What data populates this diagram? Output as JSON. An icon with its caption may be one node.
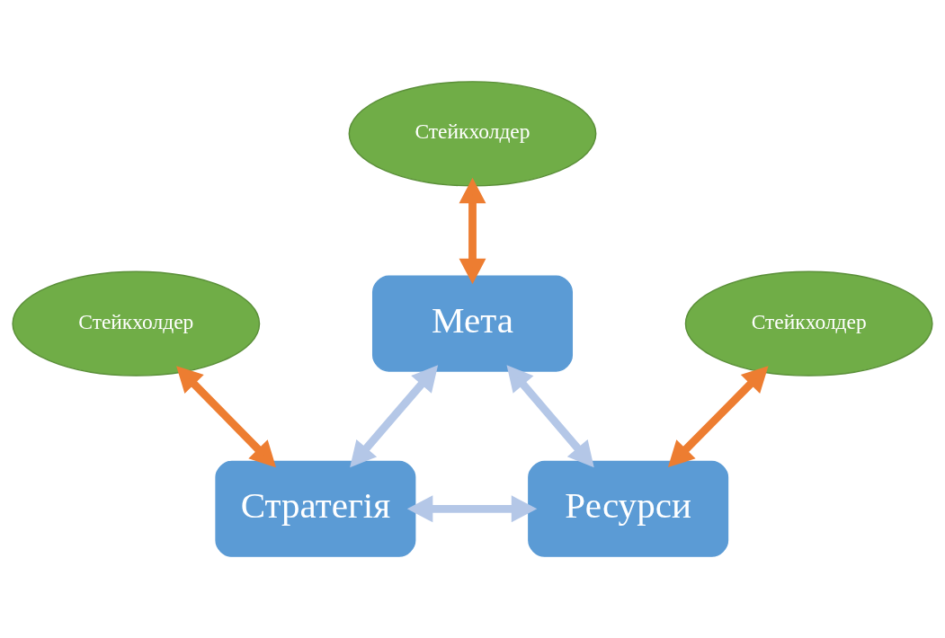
{
  "diagram": {
    "nodes": [
      {
        "text": [
          "Стейкхолдер"
        ]
      },
      {
        "text": [
          "Мета"
        ]
      },
      {
        "text": [
          "Стейкхолдер"
        ]
      },
      {
        "text": [
          "Стейкхолдер"
        ]
      },
      {
        "text": [
          "Стратегія"
        ]
      },
      {
        "text": [
          "Ресурси"
        ]
      }
    ],
    "edges": [
      {
        "from": 0,
        "to": 1,
        "arrow": "both",
        "color": "#ed7d31"
      },
      {
        "from": 2,
        "to": 4,
        "arrow": "both",
        "color": "#ed7d31"
      },
      {
        "from": 3,
        "to": 5,
        "arrow": "both",
        "color": "#ed7d31"
      },
      {
        "from": 1,
        "to": 4,
        "arrow": "both",
        "color": "#b4c7e7"
      },
      {
        "from": 1,
        "to": 5,
        "arrow": "both",
        "color": "#b4c7e7"
      },
      {
        "from": 4,
        "to": 5,
        "arrow": "both",
        "color": "#b4c7e7"
      }
    ]
  }
}
